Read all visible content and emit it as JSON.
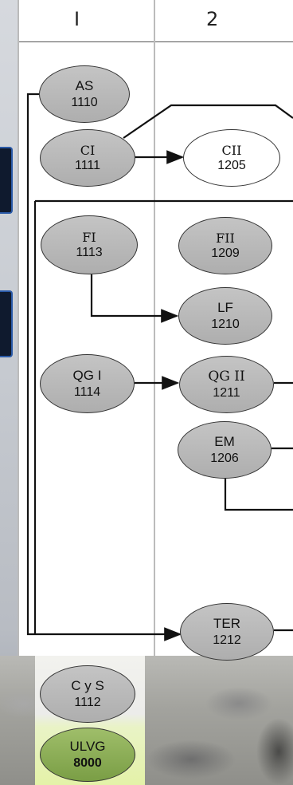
{
  "columns": [
    {
      "label": "I"
    },
    {
      "label": "2"
    }
  ],
  "nodes": {
    "as": {
      "code": "AS",
      "number": "1110"
    },
    "ci": {
      "code": "CI",
      "number": "1111"
    },
    "cii": {
      "code": "CII",
      "number": "1205"
    },
    "fi": {
      "code": "FI",
      "number": "1113"
    },
    "fii": {
      "code": "FII",
      "number": "1209"
    },
    "lf": {
      "code": "LF",
      "number": "1210"
    },
    "qgi": {
      "code": "QG I",
      "number": "1114"
    },
    "qgii": {
      "code": "QG II",
      "number": "1211"
    },
    "em": {
      "code": "EM",
      "number": "1206"
    },
    "ter": {
      "code": "TER",
      "number": "1212"
    },
    "cys": {
      "code": "C y S",
      "number": "1112"
    },
    "ulvg": {
      "code": "ULVG",
      "number": "8000"
    }
  },
  "colors": {
    "gray_node": "#b9b9b9",
    "white_node": "#ffffff",
    "green_node": "#8aae55",
    "line": "#111111"
  }
}
